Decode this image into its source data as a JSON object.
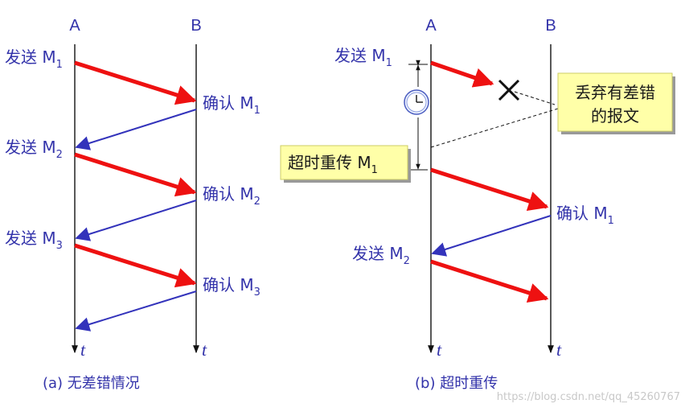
{
  "panel_a": {
    "label_a": "A",
    "label_b": "B",
    "send_prefix": "发送 M",
    "ack_prefix": "确认 M",
    "sub1": "1",
    "sub2": "2",
    "sub3": "3",
    "time": "t",
    "caption": "(a) 无差错情况"
  },
  "panel_b": {
    "label_a": "A",
    "label_b": "B",
    "send_prefix": "发送 M",
    "ack_prefix": "确认 M",
    "sub1": "1",
    "sub2": "2",
    "discard_line1": "丢弃有差错",
    "discard_line2": "的报文",
    "timeout_prefix": "超时重传 M",
    "time": "t",
    "caption": "(b) 超时重传"
  },
  "watermark": "https://blog.csdn.net/qq_45260767",
  "colors": {
    "data_arrow": "#ee1111",
    "ack_arrow": "#3333bb",
    "label_text": "#3333aa",
    "note_box": "#ffffa8",
    "note_box_border": "#cccc66",
    "note_box_shadow": "#999999"
  }
}
